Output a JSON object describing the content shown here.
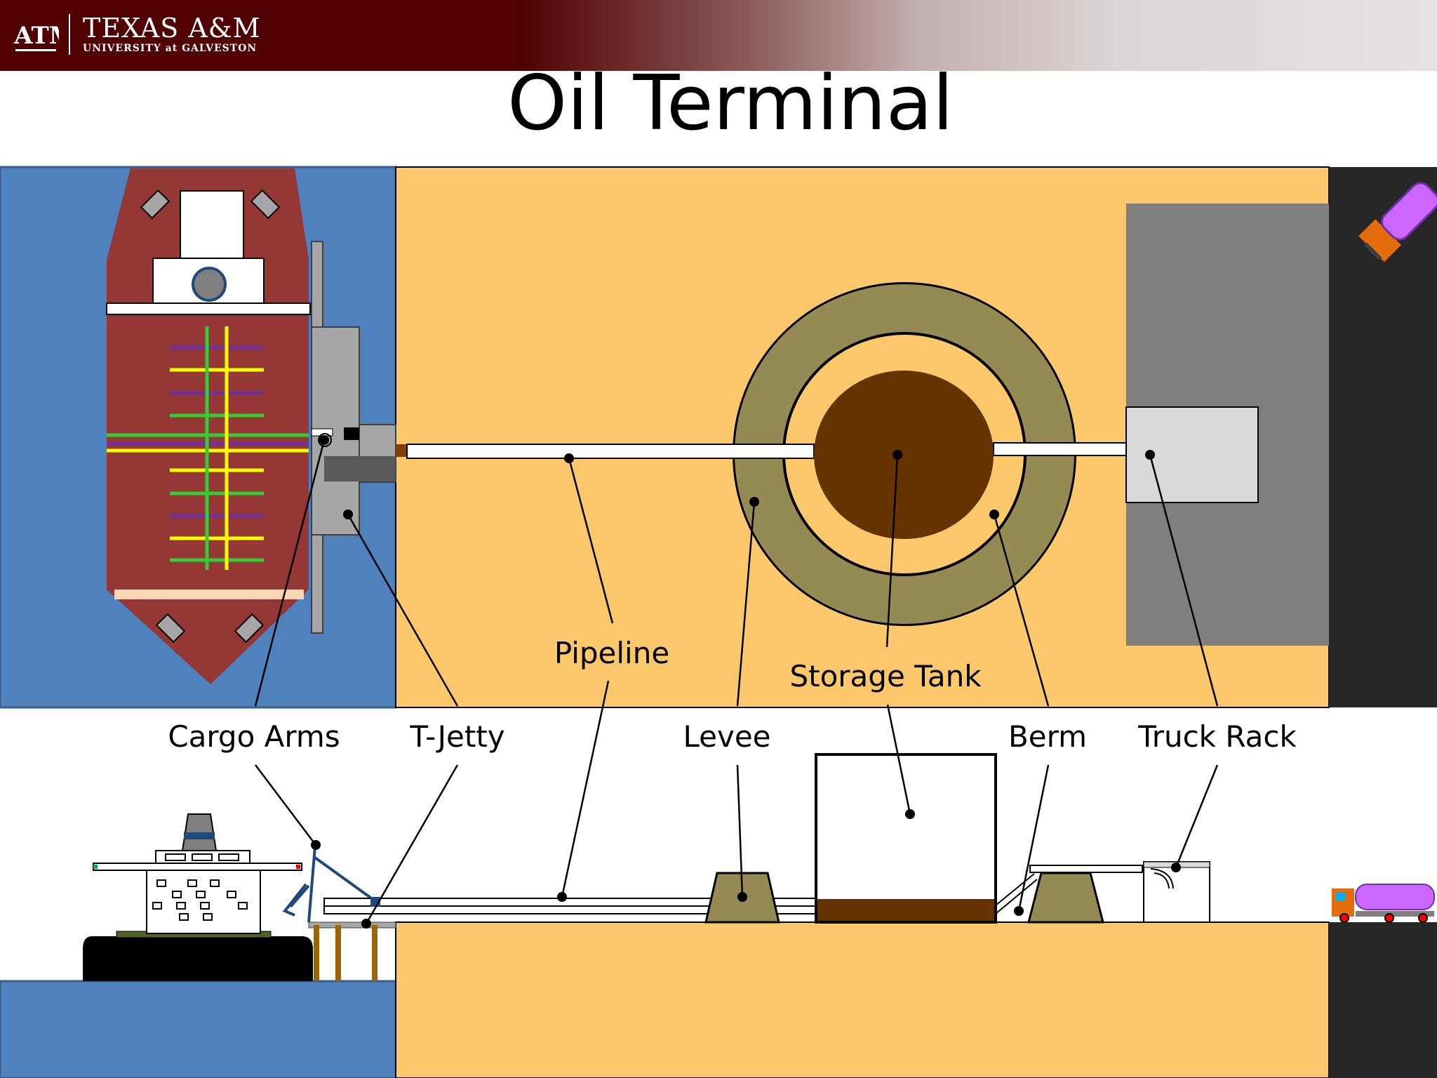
{
  "header": {
    "logo_line1": "TEXAS A&M",
    "logo_line2": "UNIVERSITY at GALVESTON",
    "logo_mark": "ATM"
  },
  "slide": {
    "title": "Oil Terminal"
  },
  "labels": {
    "pipeline": "Pipeline",
    "storage_tank": "Storage Tank",
    "cargo_arms": "Cargo Arms",
    "t_jetty": "T-Jetty",
    "levee": "Levee",
    "berm": "Berm",
    "truck_rack": "Truck Rack"
  },
  "colors": {
    "maroon": "#500000",
    "water": "#4f81bd",
    "land": "#fdc86b",
    "road": "#262626",
    "rack": "#7f7f7f",
    "ship_hull": "#953735",
    "levee": "#948a54",
    "oil": "#663300",
    "tank_truck": "#cc66ff"
  }
}
